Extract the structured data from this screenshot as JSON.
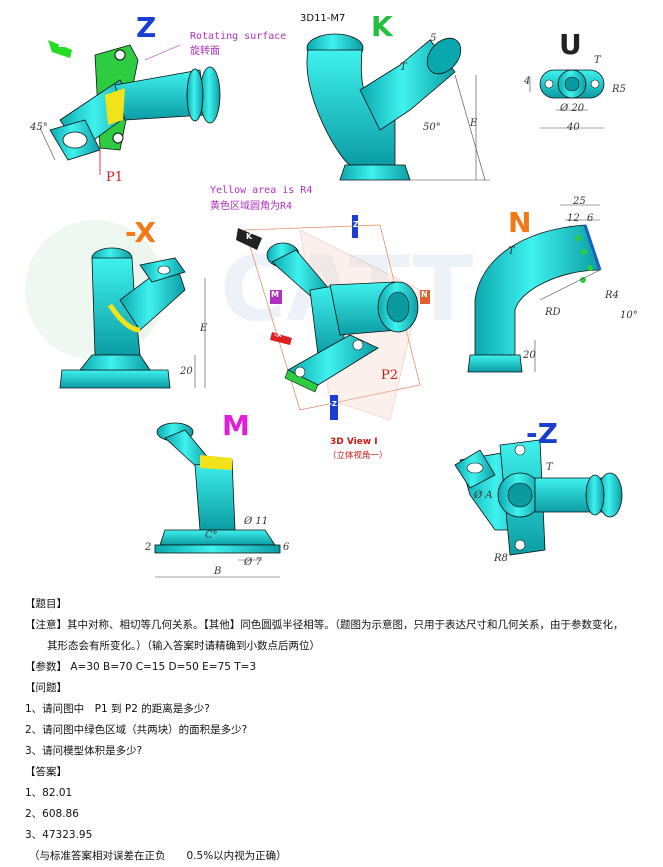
{
  "header": {
    "code": "3D11-M7"
  },
  "views": {
    "z": "Z",
    "k": "K",
    "u": "U",
    "neg_x": "-X",
    "n": "N",
    "m": "M",
    "neg_z": "-Z",
    "view3d_line1": "3D View I",
    "view3d_line2": "（立体视角一）",
    "axis_letters": {
      "z_top": "Z",
      "x_left": "-X",
      "k_arrow": "K",
      "m_arrow": "M",
      "n_arrow": "N",
      "neg_z_arrow": "-Z"
    }
  },
  "annotations": {
    "rotating_en": "Rotating surface",
    "rotating_cn": "旋转面",
    "yellow_en": "Yellow area is R4",
    "yellow_cn": "黄色区域圆角为R4",
    "p1": "P1",
    "p2": "P2"
  },
  "dimensions": {
    "angle45": "45°",
    "k_5": "5",
    "k_T": "T",
    "k_50": "50°",
    "k_E": "E",
    "u_4": "4",
    "u_20": "Ø 20",
    "u_40": "40",
    "u_R5": "R5",
    "u_T": "T",
    "x_E": "E",
    "x_20": "20",
    "n_25": "25",
    "n_12": "12",
    "n_6": "6",
    "n_T": "T",
    "n_RD": "RD",
    "n_R4": "R4",
    "n_10": "10°",
    "n_20": "20",
    "m_11": "Ø 11",
    "m_C": "C°",
    "m_7": "Ø 7",
    "m_B": "B",
    "m_6": "6",
    "m_2": "2",
    "nz_A": "Ø A",
    "nz_T": "T",
    "nz_R8": "R8"
  },
  "problem": {
    "title": "【题目】",
    "note_line1": "【注意】其中对称、相切等几何关系。【其他】同色圆弧半径相等。（题图为示意图，只用于表达尺寸和几何关系，由于参数变化，",
    "note_line2": "其形态会有所变化。）（输入答案时请精确到小数点后两位）",
    "params_label": "【参数】",
    "params": "A=30  B=70  C=15  D=50  E=75  T=3",
    "questions_label": "【问题】",
    "q1": "1、请问图中　P1 到 P2 的距离是多少?",
    "q2": "2、请问图中绿色区域（共两块）的面积是多少?",
    "q3": "3、请问模型体积是多少?",
    "answers_label": "【答案】",
    "a1": "1、82.01",
    "a2": "2、608.86",
    "a3": "3、47323.95",
    "tolerance": "（与标准答案相对误差在正负　　0.5%以内视为正确）"
  },
  "colors": {
    "part": "#19e0dc",
    "part_dark": "#0a9aa0",
    "green": "#2ecc40",
    "yellow": "#f2e21a",
    "blue_letter": "#1a3fd0",
    "green_letter": "#22c040",
    "orange_letter": "#f07a18",
    "magenta_letter": "#e020d8",
    "red_letter": "#e03020"
  }
}
